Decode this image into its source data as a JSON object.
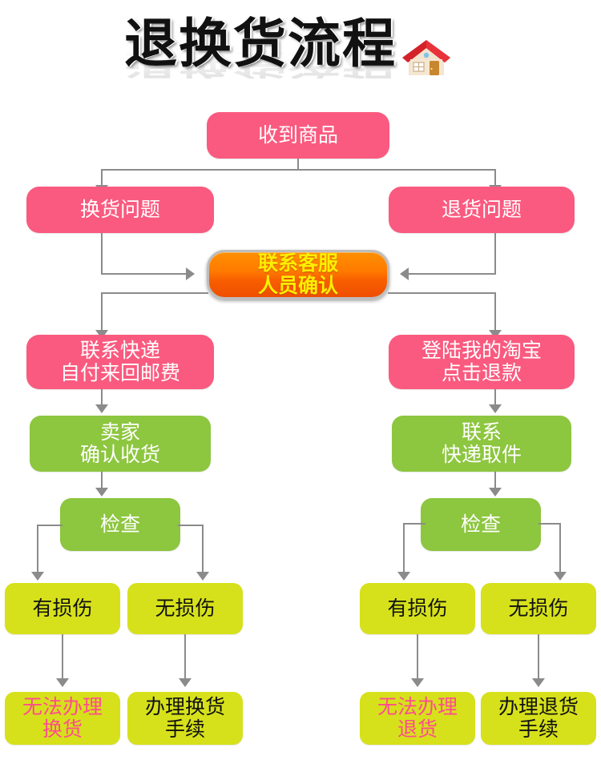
{
  "header": {
    "title": "退换货流程",
    "icon": "house-icon"
  },
  "flow": {
    "start": {
      "label": "收到商品",
      "color": "#fa5a7f"
    },
    "branch_left": {
      "label": "换货问题",
      "color": "#fa5a7f"
    },
    "branch_right": {
      "label": "退货问题",
      "color": "#fa5a7f"
    },
    "center": {
      "label": "联系客服\n人员确认",
      "color": "#ff7a00",
      "text_color": "#ffee00"
    },
    "left_column": [
      {
        "label": "联系快递\n自付来回邮费",
        "color": "#fa5a7f",
        "text_color": "#ffffff"
      },
      {
        "label": "卖家\n确认收货",
        "color": "#8dc63f",
        "text_color": "#ffffff"
      },
      {
        "label": "检查",
        "color": "#8dc63f",
        "text_color": "#ffffff"
      }
    ],
    "right_column": [
      {
        "label": "登陆我的淘宝\n点击退款",
        "color": "#fa5a7f",
        "text_color": "#ffffff"
      },
      {
        "label": "联系\n快递取件",
        "color": "#8dc63f",
        "text_color": "#ffffff"
      },
      {
        "label": "检查",
        "color": "#8dc63f",
        "text_color": "#ffffff"
      }
    ],
    "left_outcomes": [
      {
        "label": "有损伤",
        "color": "#d6e11b",
        "text_color": "#111111"
      },
      {
        "label": "无损伤",
        "color": "#d6e11b",
        "text_color": "#111111"
      }
    ],
    "right_outcomes": [
      {
        "label": "有损伤",
        "color": "#d6e11b",
        "text_color": "#111111"
      },
      {
        "label": "无损伤",
        "color": "#d6e11b",
        "text_color": "#111111"
      }
    ],
    "left_results": [
      {
        "label": "无法办理\n换货",
        "color": "#d6e11b",
        "text_color": "#ff4d8d"
      },
      {
        "label": "办理换货\n手续",
        "color": "#d6e11b",
        "text_color": "#111111"
      }
    ],
    "right_results": [
      {
        "label": "无法办理\n退货",
        "color": "#d6e11b",
        "text_color": "#ff4d8d"
      },
      {
        "label": "办理退货\n手续",
        "color": "#d6e11b",
        "text_color": "#111111"
      }
    ]
  },
  "footer": {
    "watermark_left": "",
    "watermark_center": ""
  }
}
